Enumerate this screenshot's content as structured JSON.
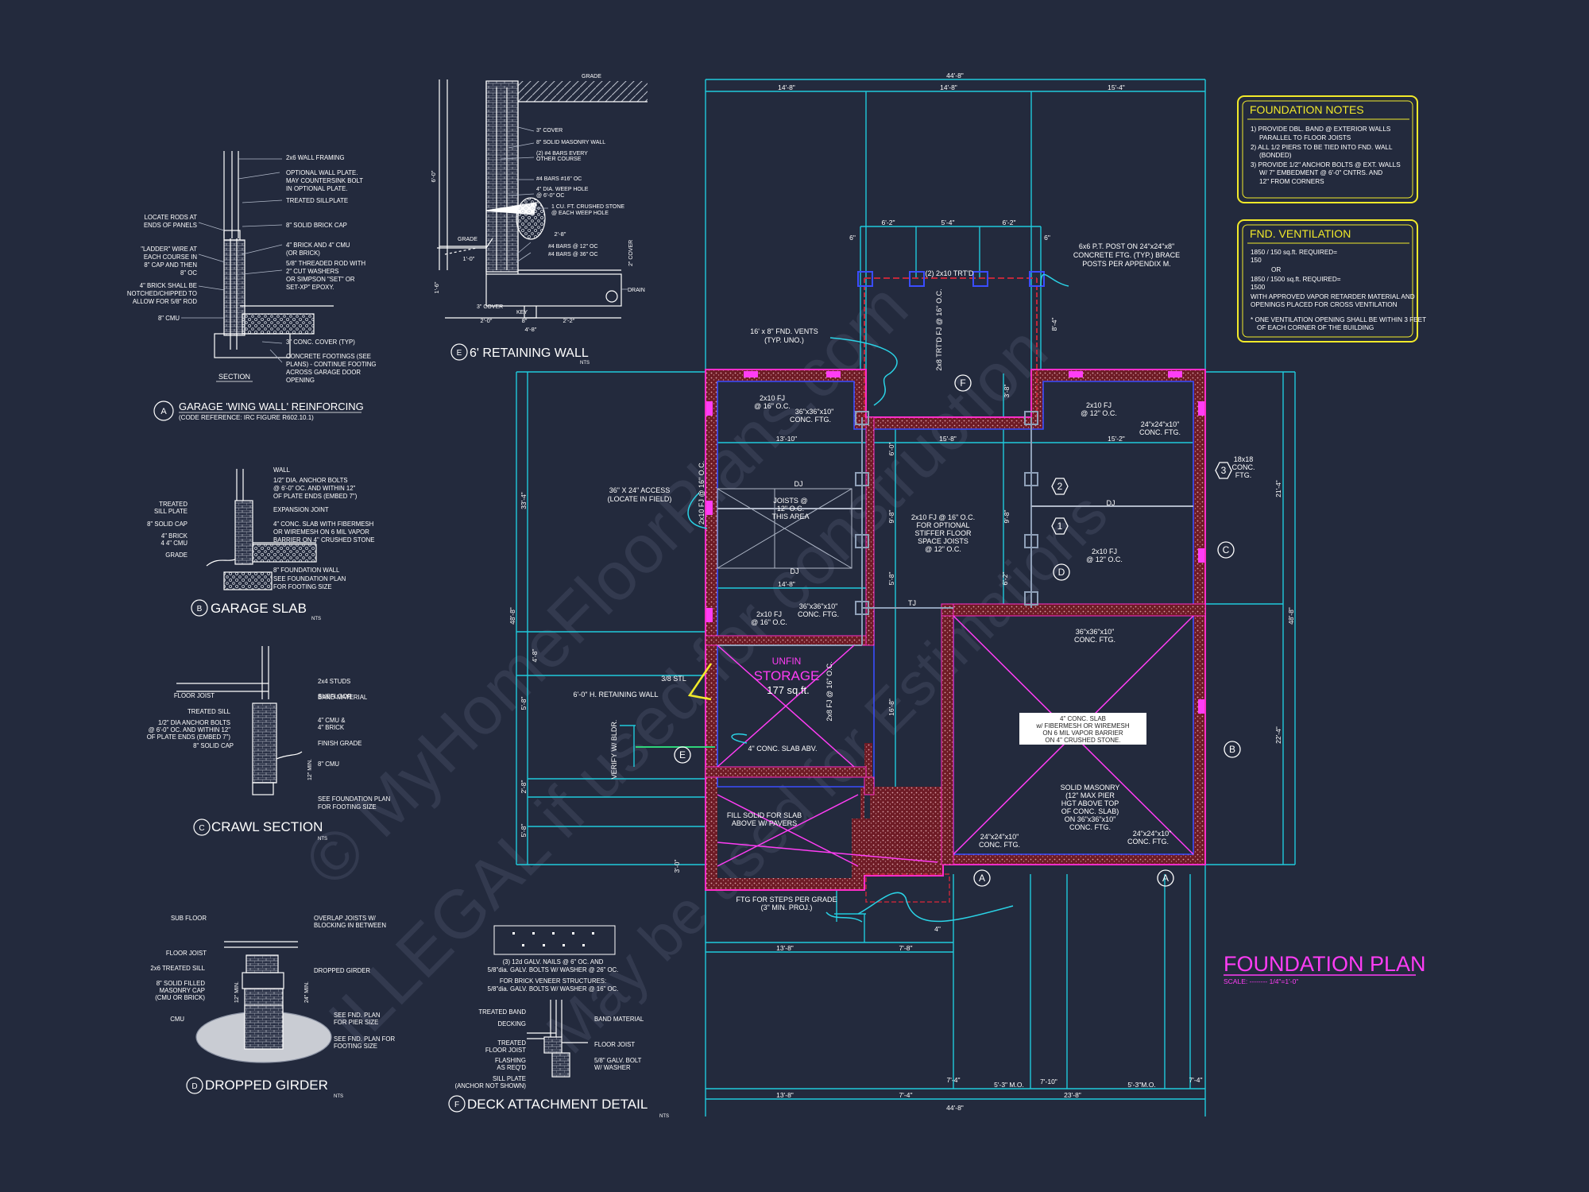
{
  "colors": {
    "background": "#232a3d",
    "dimension": "#20c9dc",
    "wall": "#9a1f2c",
    "wall_outline": "#ff2dc8",
    "text": "#ffffff",
    "title_magenta": "#ff3df5",
    "notes_yellow": "#f2ea2a",
    "outline_blue": "#3a4dff",
    "green_line": "#2fd47a"
  },
  "watermark": {
    "line1": "© MyHomeFloorPlans.com",
    "line2": "ILLEGAL if used for construction",
    "line3": "May be used for Estimations"
  },
  "foundation_plan": {
    "title": "FOUNDATION PLAN",
    "scale": "SCALE: -------- 1/4\"=1'-0\"",
    "dims_top": {
      "overall": "44'-8\"",
      "seg1": "14'-8\"",
      "seg2": "14'-8\"",
      "seg3": "15'-4\""
    },
    "dims_porch": {
      "a": "6'-2\"",
      "b": "5'-4\"",
      "c": "6'-2\"",
      "left": "6\"",
      "right": "6\""
    },
    "dims_bottom": {
      "overall": "44'-8\"",
      "left": "13'-8\"",
      "mid": "7'-4\"",
      "right": "23'-8\"",
      "mo1": "5'-3\" M.O.",
      "mo2": "5'-3\"M.O.",
      "a": "7'-4\"",
      "b": "7'-10\"",
      "c": "7'-4\""
    },
    "dims_lower": {
      "a": "13'-8\"",
      "b": "7'-8\"",
      "c": "4\""
    },
    "dims_interior": {
      "a": "13'-10\"",
      "b": "15'-8\"",
      "c": "15'-2\"",
      "d": "14'-8\""
    },
    "dims_left": {
      "a": "33'-4\"",
      "b": "48'-8\"",
      "c": "4'-8\"",
      "d": "5'-8\"",
      "e": "2'-8\"",
      "f": "5'-8\"",
      "g": "3'-0\""
    },
    "dims_right": {
      "a": "21'-4\"",
      "b": "48'-8\"",
      "c": "22'-4\""
    },
    "dims_vertical": {
      "a": "8'-4\"",
      "b": "3'-8\"",
      "c": "9'-8\"",
      "d": "9'-8\"",
      "e": "5'-8\"",
      "f": "6'-2\"",
      "g": "6'-0\"",
      "h": "16'-8\""
    },
    "labels": {
      "vents": "16' x 8\" FND. VENTS",
      "vents_sub": "(TYP. UNO.)",
      "access": "36\" X 24\" ACCESS",
      "access_sub": "(LOCATE IN FIELD)",
      "post1": "6x6 P.T. POST ON 24\"x24\"x8\"",
      "post2": "CONCRETE FTG. (TYP.) BRACE",
      "post3": "POSTS PER APPENDIX M.",
      "trtd": "(2) 2x10 TRT'D",
      "trtd_side": "2x8 TRT'D FJ @ 16\" O.C.",
      "fj1a": "2x10 FJ",
      "fj1b": "@ 16\" O.C.",
      "ftg1a": "36\"x36\"x10\"",
      "ftg1b": "CONC. FTG.",
      "fj2a": "2x10 FJ",
      "fj2b": "@ 12\" O.C.",
      "ftg2a": "24\"x24\"x10\"",
      "ftg2b": "CONC. FTG.",
      "dj": "DJ",
      "joists1": "JOISTS @",
      "joists2": "12\" O.C.",
      "joists3": "THIS AREA",
      "stiff1": "2x10 FJ @ 16\" O.C.",
      "stiff2": "FOR OPTIONAL",
      "stiff3": "STIFFER FLOOR",
      "stiff4": "SPACE JOISTS",
      "stiff5": "@ 12\" O.C.",
      "fj3a": "2x10 FJ",
      "fj3b": "@ 12\" O.C.",
      "fj4a": "2x10 FJ",
      "fj4b": "@ 16\" O.C.",
      "ftg3a": "36\"x36\"x10\"",
      "ftg3b": "CONC. FTG.",
      "ftg4a": "36\"x36\"x10\"",
      "ftg4b": "CONC. FTG.",
      "tj": "TJ",
      "storage1": "UNFIN",
      "storage2": "STORAGE",
      "storage3": "177 sq.ft.",
      "storage_fj": "2x8 FJ @ 16\" O.C.",
      "storage_slab": "4\" CONC. SLAB ABV.",
      "ret_wall": "6'-0\" H. RETAINING WALL",
      "ref_note": "3/8 STL",
      "verify": "VERIFY W/ BLDR.",
      "garage1": "4\" CONC. SLAB",
      "garage2": "w/ FIBERMESH OR WIREMESH",
      "garage3": "ON 6 MIL VAPOR BARRIER",
      "garage4": "ON 4\" CRUSHED STONE.",
      "masonry1": "SOLID MASONRY",
      "masonry2": "(12\" MAX PIER",
      "masonry3": "HGT ABOVE TOP",
      "masonry4": "OF CONC. SLAB)",
      "masonry5": "ON 36\"x36\"x10\"",
      "masonry6": "CONC. FTG.",
      "ftg5a": "24\"x24\"x10\"",
      "ftg5b": "CONC. FTG.",
      "ftg6a": "24\"x24\"x10\"",
      "ftg6b": "CONC. FTG.",
      "fill1": "FILL SOLID FOR SLAB",
      "fill2": "ABOVE W/ PAVERS",
      "steps1": "FTG FOR STEPS PER GRADE",
      "steps2": "(3\" MIN. PROJ.)",
      "ftg7a": "18x18",
      "ftg7b": "CONC.",
      "ftg7c": "FTG.",
      "j_fj": "2x10 FJ",
      "j_fj2": "@ 16\" O.C.",
      "fj_side": "2x10 FJ @ 16\" O.C."
    },
    "markers": {
      "a": "A",
      "b": "B",
      "c": "C",
      "d": "D",
      "e": "E",
      "f": "F",
      "n1": "1",
      "n2": "2",
      "n3": "3"
    }
  },
  "foundation_notes": {
    "title": "FOUNDATION NOTES",
    "lines": [
      "1) PROVIDE DBL. BAND @ EXTERIOR WALLS",
      "PARALLEL TO FLOOR JOISTS",
      "2) ALL 1/2 PIERS TO BE TIED INTO FND. WALL",
      "(BONDED)",
      "3) PROVIDE 1/2\" ANCHOR BOLTS @ EXT. WALLS",
      "W/ 7\" EMBEDMENT @ 6'-0\" CNTRS. AND",
      "12\" FROM CORNERS"
    ]
  },
  "fnd_ventilation": {
    "title": "FND. VENTILATION",
    "lines": [
      "1850 / 150 sq.ft. REQUIRED=",
      "150",
      "OR",
      "1850 / 1500 sq.ft. REQUIRED=",
      "1500",
      "WITH APPROVED VAPOR RETARDER MATERIAL AND",
      "OPENINGS PLACED FOR CROSS VENTILATION",
      "* ONE VENTILATION OPENING SHALL BE WITHIN 3 FEET",
      "OF EACH CORNER OF THE BUILDING"
    ]
  },
  "detail_a": {
    "marker": "A",
    "title": "GARAGE 'WING WALL' REINFORCING",
    "subtitle": "(CODE REFERENCE: IRC FIGURE R602.10.1)",
    "section": "SECTION",
    "left": [
      "LOCATE RODS AT",
      "ENDS OF PANELS",
      "\"LADDER\" WIRE AT",
      "EACH COURSE IN",
      "8\" CAP AND THEN",
      "8\" OC",
      "4\" BRICK SHALL BE",
      "NOTCHED/CHIPPED TO",
      "ALLOW FOR 5/8\" ROD",
      "8\" CMU"
    ],
    "right": [
      "2x6 WALL FRAMING",
      "OPTIONAL WALL PLATE.",
      "MAY COUNTERSINK BOLT",
      "IN OPTIONAL PLATE.",
      "TREATED SILLPLATE",
      "8\" SOLID BRICK CAP",
      "4\" BRICK AND 4\" CMU",
      "(OR BRICK)",
      "5/8\" THREADED ROD WITH",
      "2\" CUT WASHERS",
      "OR SIMPSON \"SET\" OR",
      "SET-XP\" EPOXY.",
      "3\" CONC. COVER (TYP)",
      "CONCRETE FOOTINGS (SEE",
      "PLANS) - CONTINUE FOOTING",
      "ACROSS GARAGE DOOR",
      "OPENING"
    ]
  },
  "detail_b": {
    "marker": "B",
    "title": "GARAGE SLAB",
    "nts": "NTS",
    "left": [
      "TREATED",
      "SILL PLATE",
      "8\" SOLID CAP",
      "4\" BRICK",
      "4 4\" CMU",
      "GRADE"
    ],
    "right": [
      "WALL",
      "1/2\" DIA. ANCHOR BOLTS",
      "@ 6'-0\" OC. AND WITHIN 12\"",
      "OF PLATE ENDS (EMBED 7\")",
      "EXPANSION JOINT",
      "4\" CONC. SLAB WITH FIBERMESH",
      "OR WIREMESH ON 6 MIL VAPOR",
      "BARRIER ON 4\" CRUSHED STONE",
      "8\" FOUNDATION WALL",
      "SEE FOUNDATION PLAN",
      "FOR FOOTING SIZE"
    ]
  },
  "detail_c": {
    "marker": "C",
    "title": "CRAWL SECTION",
    "nts": "NTS",
    "left": [
      "FLOOR JOIST",
      "TREATED SILL",
      "1/2\" DIA ANCHOR BOLTS",
      "@ 6'-0\" OC. AND WITHIN 12\"",
      "OF PLATE ENDS (EMBED 7\")",
      "8\" SOLID CAP"
    ],
    "right": [
      "2x4 STUDS",
      "SUBFLOOR",
      "BAND MATERIAL",
      "4\" CMU &",
      "4\" BRICK",
      "FINISH GRADE",
      "8\" CMU",
      "SEE FOUNDATION PLAN",
      "FOR FOOTING SIZE"
    ],
    "dim": "12\" MIN."
  },
  "detail_d": {
    "marker": "D",
    "title": "DROPPED GIRDER",
    "nts": "NTS",
    "left": [
      "SUB FLOOR",
      "FLOOR JOIST",
      "2x6 TREATED SILL",
      "8\" SOLID FILLED",
      "MASONRY CAP",
      "(CMU OR BRICK)",
      "CMU"
    ],
    "right": [
      "OVERLAP JOISTS W/",
      "BLOCKING IN BETWEEN",
      "DROPPED GIRDER",
      "SEE FND. PLAN",
      "FOR PIER SIZE",
      "SEE FND. PLAN FOR",
      "FOOTING SIZE"
    ],
    "dim1": "12\" MIN.",
    "dim2": "24\" MIN."
  },
  "detail_e": {
    "marker": "E",
    "title": "6' RETAINING WALL",
    "nts": "NTS",
    "labels": [
      "GRADE",
      "3\" COVER",
      "8\" SOLID MASONRY WALL",
      "(2) #4 BARS EVERY",
      "OTHER COURSE",
      "#4 BARS #16\" OC",
      "4\" DIA. WEEP HOLE",
      "@ 6'-0\" OC",
      "1 CU. FT. CRUSHED STONE",
      "@ EACH WEEP HOLE",
      "#4 BARS @ 12\" OC",
      "#4 BARS @ 36\" OC",
      "DRAIN",
      "GRADE",
      "3\" COVER",
      "KEY",
      "2\" COVER"
    ],
    "dims": [
      "6'-0\"",
      "1'-0\"",
      "1'-6\"",
      "2'-8\"",
      "2'-0\"",
      "8\"",
      "2'-2\"",
      "4'-8\""
    ]
  },
  "detail_f": {
    "marker": "F",
    "title": "DECK ATTACHMENT DETAIL",
    "nts": "NTS",
    "note1": "(3) 12d GALV. NAILS @ 6\" OC. AND",
    "note2": "5/8\"dia. GALV. BOLTS W/ WASHER @ 26\" OC.",
    "note3": "FOR BRICK VENEER STRUCTURES:",
    "note4": "5/8\"dia. GALV. BOLTS W/ WASHER @ 16\" OC.",
    "left": [
      "TREATED BAND",
      "DECKING",
      "TREATED",
      "FLOOR JOIST",
      "FLASHING",
      "AS REQ'D",
      "SILL PLATE",
      "(ANCHOR NOT SHOWN)"
    ],
    "right": [
      "BAND MATERIAL",
      "FLOOR JOIST",
      "5/8\" GALV. BOLT",
      "W/ WASHER"
    ]
  }
}
